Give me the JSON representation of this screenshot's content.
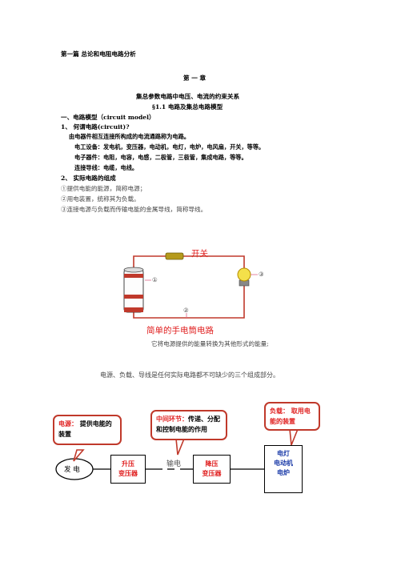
{
  "doc": {
    "part_title": "第一篇 总论和电阻电路分析",
    "chapter": "第 一 章",
    "chapter_title": "集总参数电路中电压、电流的约束关系",
    "section": "§1.1   电路及集总电路模型",
    "h1": "一、电路模型（circuit model）",
    "q1": "1、  何谓电路(circuit)?",
    "def": "由电器件相互连接所构成的电流通路称为电路。",
    "elec_equip": "电工设备：发电机，变压器，电动机，电灯，电炉，电风扇，开关，等等。",
    "electronic": "电子器件：电阻，电容，电感，二极管，三极管，集成电路，等等。",
    "wires": "连接导线：电缆，电线。",
    "h2": "2、  实际电路的组成",
    "item1": "①提供电能的能源，简称电源；",
    "item2": "②用电装置，统称其为负载。",
    "item3": "③连接电源与负载而传输电能的金属导线，简称导线。",
    "fig_switch": "开关",
    "fig_m1": "①",
    "fig_m2": "②",
    "fig_m3": "③",
    "fig_caption": "简单的手电筒电路",
    "fig_note": "它将电源提供的能量转换为其他形式的能量;",
    "summary": "电源、负载、导线是任何实际电路都不可缺少的三个组成部分。"
  },
  "diagram": {
    "callout_source": "电源：  提供电能的装置",
    "callout_middle": "中间环节：传递、分配和控制电能的作用",
    "callout_load": "负载：  取用电能的装置",
    "generator": "发 电",
    "step_up": [
      "升压",
      "变压器"
    ],
    "transmission": "输电",
    "step_down": [
      "降压",
      "变压器"
    ],
    "loads": [
      "电灯",
      "电动机",
      "电炉"
    ]
  },
  "colors": {
    "accent_red": "#e02020",
    "text_blue": "#1a3aa8",
    "wire_red": "#c0392b",
    "fig_pink": "#e0678a"
  }
}
